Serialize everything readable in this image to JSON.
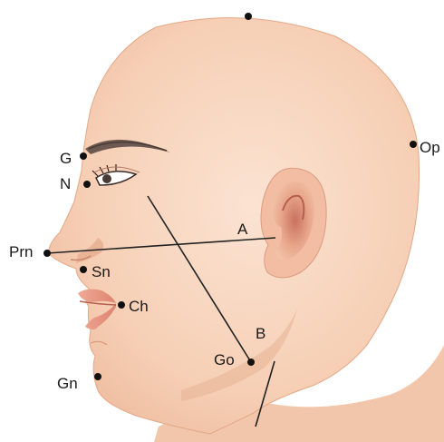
{
  "figure": {
    "landmarks": [
      {
        "key": "vertex",
        "label": ""
      },
      {
        "key": "g",
        "label": "G"
      },
      {
        "key": "n",
        "label": "N"
      },
      {
        "key": "prn",
        "label": "Prn"
      },
      {
        "key": "sn",
        "label": "Sn"
      },
      {
        "key": "ch",
        "label": "Ch"
      },
      {
        "key": "gn",
        "label": "Gn"
      },
      {
        "key": "go",
        "label": "Go"
      },
      {
        "key": "op",
        "label": "Op"
      }
    ],
    "lines": [
      {
        "key": "a",
        "label": "A"
      },
      {
        "key": "b",
        "label": "B"
      }
    ]
  },
  "colors": {
    "skin": "#f6cfb5",
    "skin_shade": "#e9ad8e",
    "lips": "#ec9b86",
    "ear_inner": "#d47d6d",
    "line": "#222222",
    "text": "#1a1a1a"
  }
}
